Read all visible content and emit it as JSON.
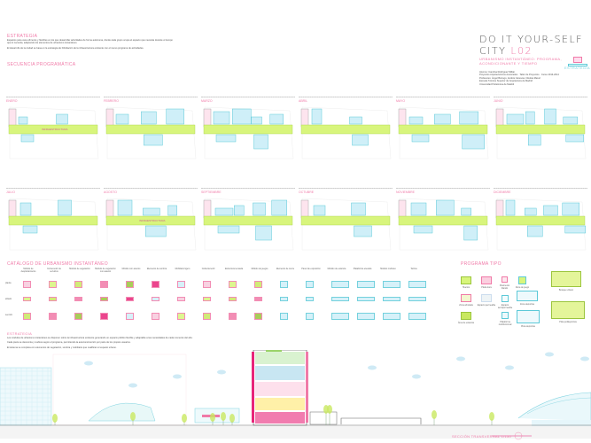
{
  "header": {
    "title": "DO IT YOUR-SELF CITY",
    "code": "L02",
    "subtitle": "URBANISMO INSTANTÁNEO: PROGRAMA, ACONDICIONANTE Y TIEMPO",
    "sheet": "ESTRATEGIA",
    "credits": [
      "Alumno: Carolina Rodríguez Millán",
      "Proyectos Arquitectónicos Avanzados · Taller de Proyectos · Curso 2013-2014",
      "Profesores: Ángel Borrego, Andrés Cánovas, Nicolás Maruri",
      "Escuela Técnica Superior de Arquitectura de Madrid",
      "Universidad Politécnica de Madrid"
    ]
  },
  "strategy": {
    "heading": "ESTRATEGIA",
    "paragraphs": [
      "Espacios para usos efímeros y flexibles en los que desarrollar actividades de forma autónoma, donde cada grupo ocupa el espacio que necesita durante el tiempo que lo necesita, adaptando los elementos de urbanismo instantáneo.",
      "El desarrollo de la ciudad se basa en la estrategia de hibridación de la infraestructura existente con el nuevo programa de actividades."
    ]
  },
  "sequence": {
    "heading": "SECUENCIA PROGRAMÁTICA",
    "center_label": "INFRAESTRUCTURA",
    "months": [
      "ENERO",
      "FEBRERO",
      "MARZO",
      "ABRIL",
      "MAYO",
      "JUNIO",
      "JULIO",
      "AGOSTO",
      "SEPTIEMBRE",
      "OCTUBRE",
      "NOVIEMBRE",
      "DICIEMBRE"
    ]
  },
  "catalog": {
    "heading": "CATÁLOGO DE URBANISMO INSTANTÁNEO",
    "rows": [
      "planta",
      "alzado",
      "sección"
    ],
    "columns": [
      "Módulo de desplazamiento",
      "Contenedor de servicios",
      "Módulo de vegetación",
      "Módulo de vegetación con asiento",
      "Módulo con asiento",
      "Elemento de sombra",
      "Mobiliario ligero",
      "Cubierta textil",
      "Estructura tensada",
      "Módulo de juegos",
      "Elemento de cierre",
      "Panel de exposición",
      "Módulo de estancia",
      "Plataforma elevada",
      "Módulo multiuso",
      "Tarima"
    ]
  },
  "program": {
    "heading": "PROGRAMA TIPO",
    "items": [
      "Huertos",
      "Plaza dura",
      "Pavimento blando",
      "Zona de juego",
      "Zona deportiva",
      "Zona arbolada",
      "Espacio permeable",
      "Espacio semipermeable",
      "Pista deportiva",
      "Plataforma multifuncional",
      "Área de estancia",
      "Bosque urbano",
      "Pista polideportiva"
    ]
  },
  "notes": {
    "paragraphs": [
      "Los módulos de urbanismo instantáneo se disponen sobre la infraestructura existente generando un espacio público flexible y adaptable a las necesidades de cada momento del año.",
      "Cada pieza se desmonta y reubica según el programa, permitiendo la autoconstrucción por parte de los propios usuarios.",
      "El sistema se completa con elementos de vegetación, sombra y mobiliario que cualifican el espacio urbano."
    ]
  },
  "section": {
    "label": "SECCIÓN TRANSVERSAL 1/150"
  },
  "colors": {
    "pink": "#f07aa8",
    "green": "#d8f57c",
    "blue": "#cfeff8",
    "blue_stroke": "#5cc9d8",
    "magenta": "#e8257a"
  }
}
